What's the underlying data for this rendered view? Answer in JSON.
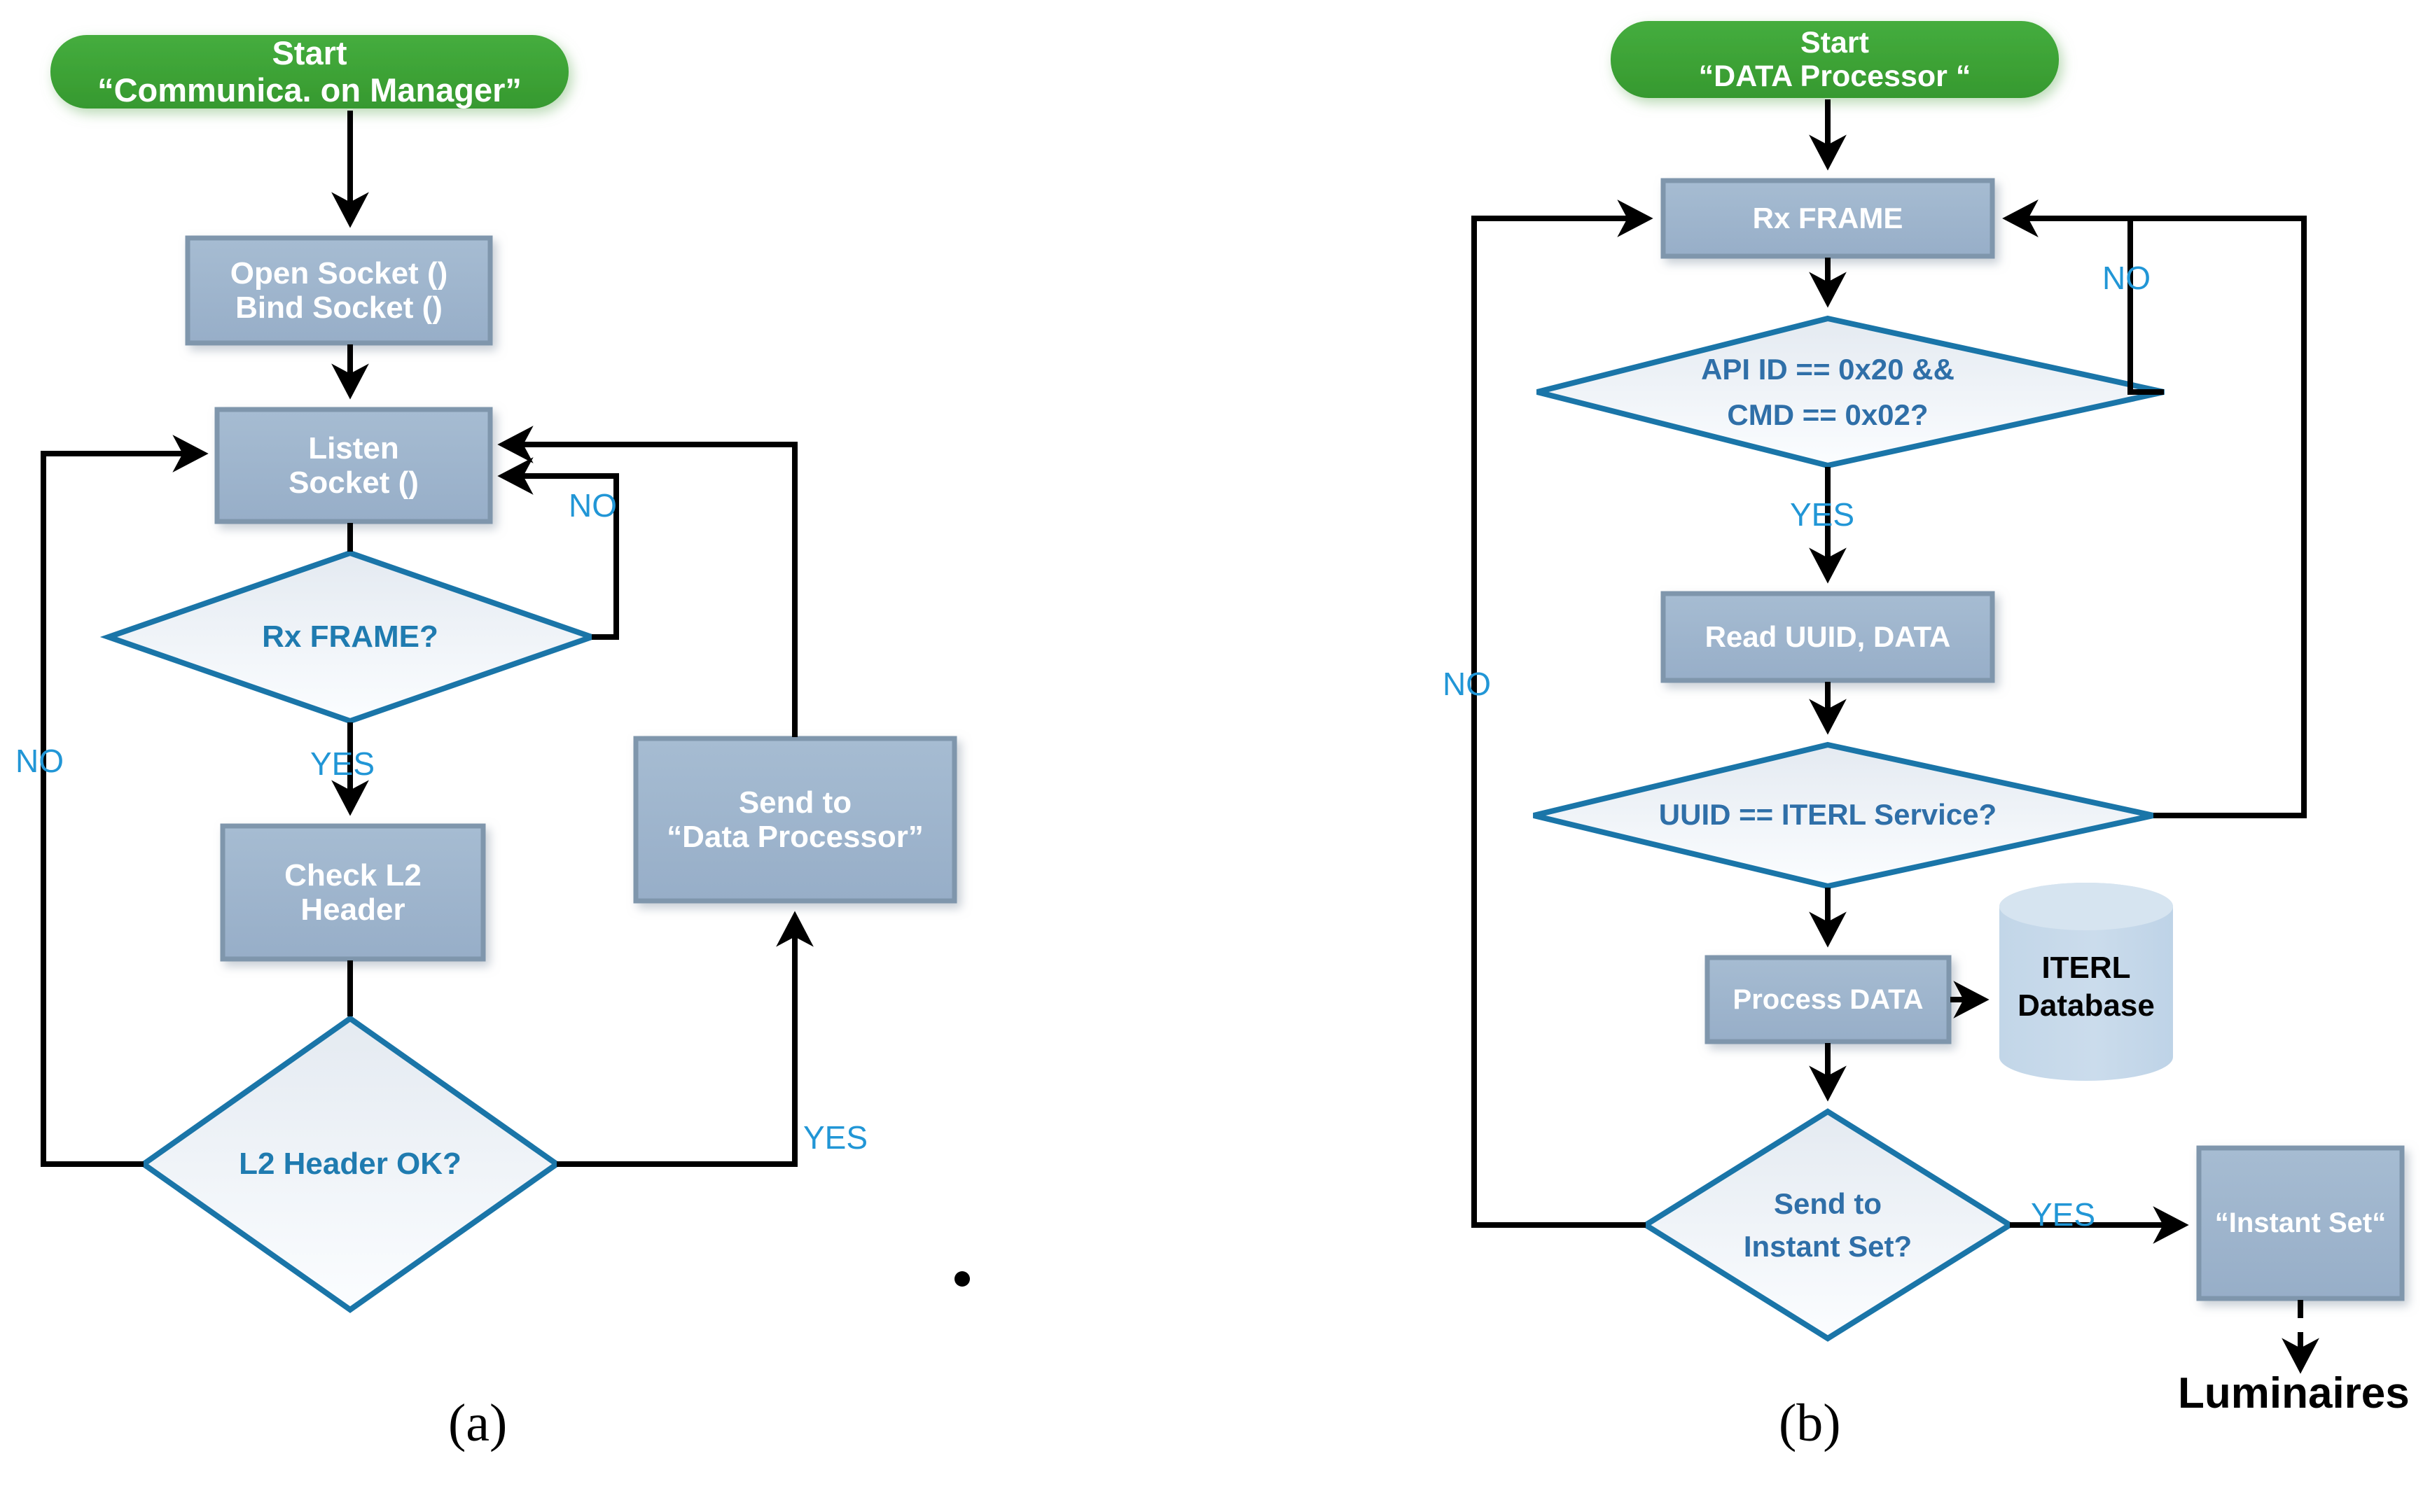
{
  "figure": {
    "panels": [
      {
        "id": "a",
        "caption": "(a)",
        "title": "Communication Manager flowchart",
        "nodes": [
          {
            "key": "start_a",
            "type": "terminator",
            "lines": [
              "Start",
              "“Communica. on Manager”"
            ]
          },
          {
            "key": "open_bind",
            "type": "process",
            "lines": [
              "Open Socket ()",
              "Bind Socket ()"
            ]
          },
          {
            "key": "listen",
            "type": "process",
            "lines": [
              "Listen",
              "Socket ()"
            ]
          },
          {
            "key": "rx_frame_q",
            "type": "decision",
            "lines": [
              "Rx FRAME?"
            ]
          },
          {
            "key": "check_l2",
            "type": "process",
            "lines": [
              "Check L2",
              "Header"
            ]
          },
          {
            "key": "l2_ok_q",
            "type": "decision",
            "lines": [
              "L2 Header OK?"
            ]
          },
          {
            "key": "send_dp",
            "type": "process",
            "lines": [
              "Send to",
              "“Data Processor”"
            ]
          }
        ],
        "edge_labels": [
          {
            "key": "rx_no",
            "text": "NO"
          },
          {
            "key": "rx_yes",
            "text": "YES"
          },
          {
            "key": "l2_no",
            "text": "NO"
          },
          {
            "key": "l2_yes",
            "text": "YES"
          }
        ]
      },
      {
        "id": "b",
        "caption": "(b)",
        "title": "DATA Processor flowchart",
        "nodes": [
          {
            "key": "start_b",
            "type": "terminator",
            "lines": [
              "Start",
              "“DATA Processor “"
            ]
          },
          {
            "key": "rx_frame",
            "type": "process",
            "lines": [
              "Rx FRAME"
            ]
          },
          {
            "key": "api_cmd_q",
            "type": "decision",
            "lines": [
              "API ID == 0x20  &&",
              "CMD == 0x02?"
            ]
          },
          {
            "key": "read_uuid",
            "type": "process",
            "lines": [
              "Read UUID, DATA"
            ]
          },
          {
            "key": "uuid_q",
            "type": "decision",
            "lines": [
              "UUID == ITERL Service?"
            ]
          },
          {
            "key": "process_data",
            "type": "process",
            "lines": [
              "Process DATA"
            ]
          },
          {
            "key": "iterl_db",
            "type": "database",
            "lines": [
              "ITERL",
              "Database"
            ]
          },
          {
            "key": "send_instant_q",
            "type": "decision",
            "lines": [
              "Send to",
              "Instant Set?"
            ]
          },
          {
            "key": "instant_set",
            "type": "process",
            "lines": [
              "“Instant Set“"
            ]
          },
          {
            "key": "luminaires",
            "type": "label",
            "lines": [
              "Luminaires"
            ]
          }
        ],
        "edge_labels": [
          {
            "key": "api_no",
            "text": "NO"
          },
          {
            "key": "api_yes",
            "text": "YES"
          },
          {
            "key": "uuid_no",
            "text": "NO"
          },
          {
            "key": "instant_yes",
            "text": "YES"
          }
        ]
      }
    ]
  },
  "colors": {
    "process_fill": "#9db4cc",
    "process_border": "#7f96ac",
    "decision_fill": "#eef2f6",
    "decision_border": "#1a75a8",
    "terminator_fill": "#3aa335",
    "database_fill": "#c6d9ea",
    "edge_label": "#2196d6",
    "decision_text": "#1f7bb0",
    "arrow": "#000000",
    "background": "#ffffff"
  }
}
